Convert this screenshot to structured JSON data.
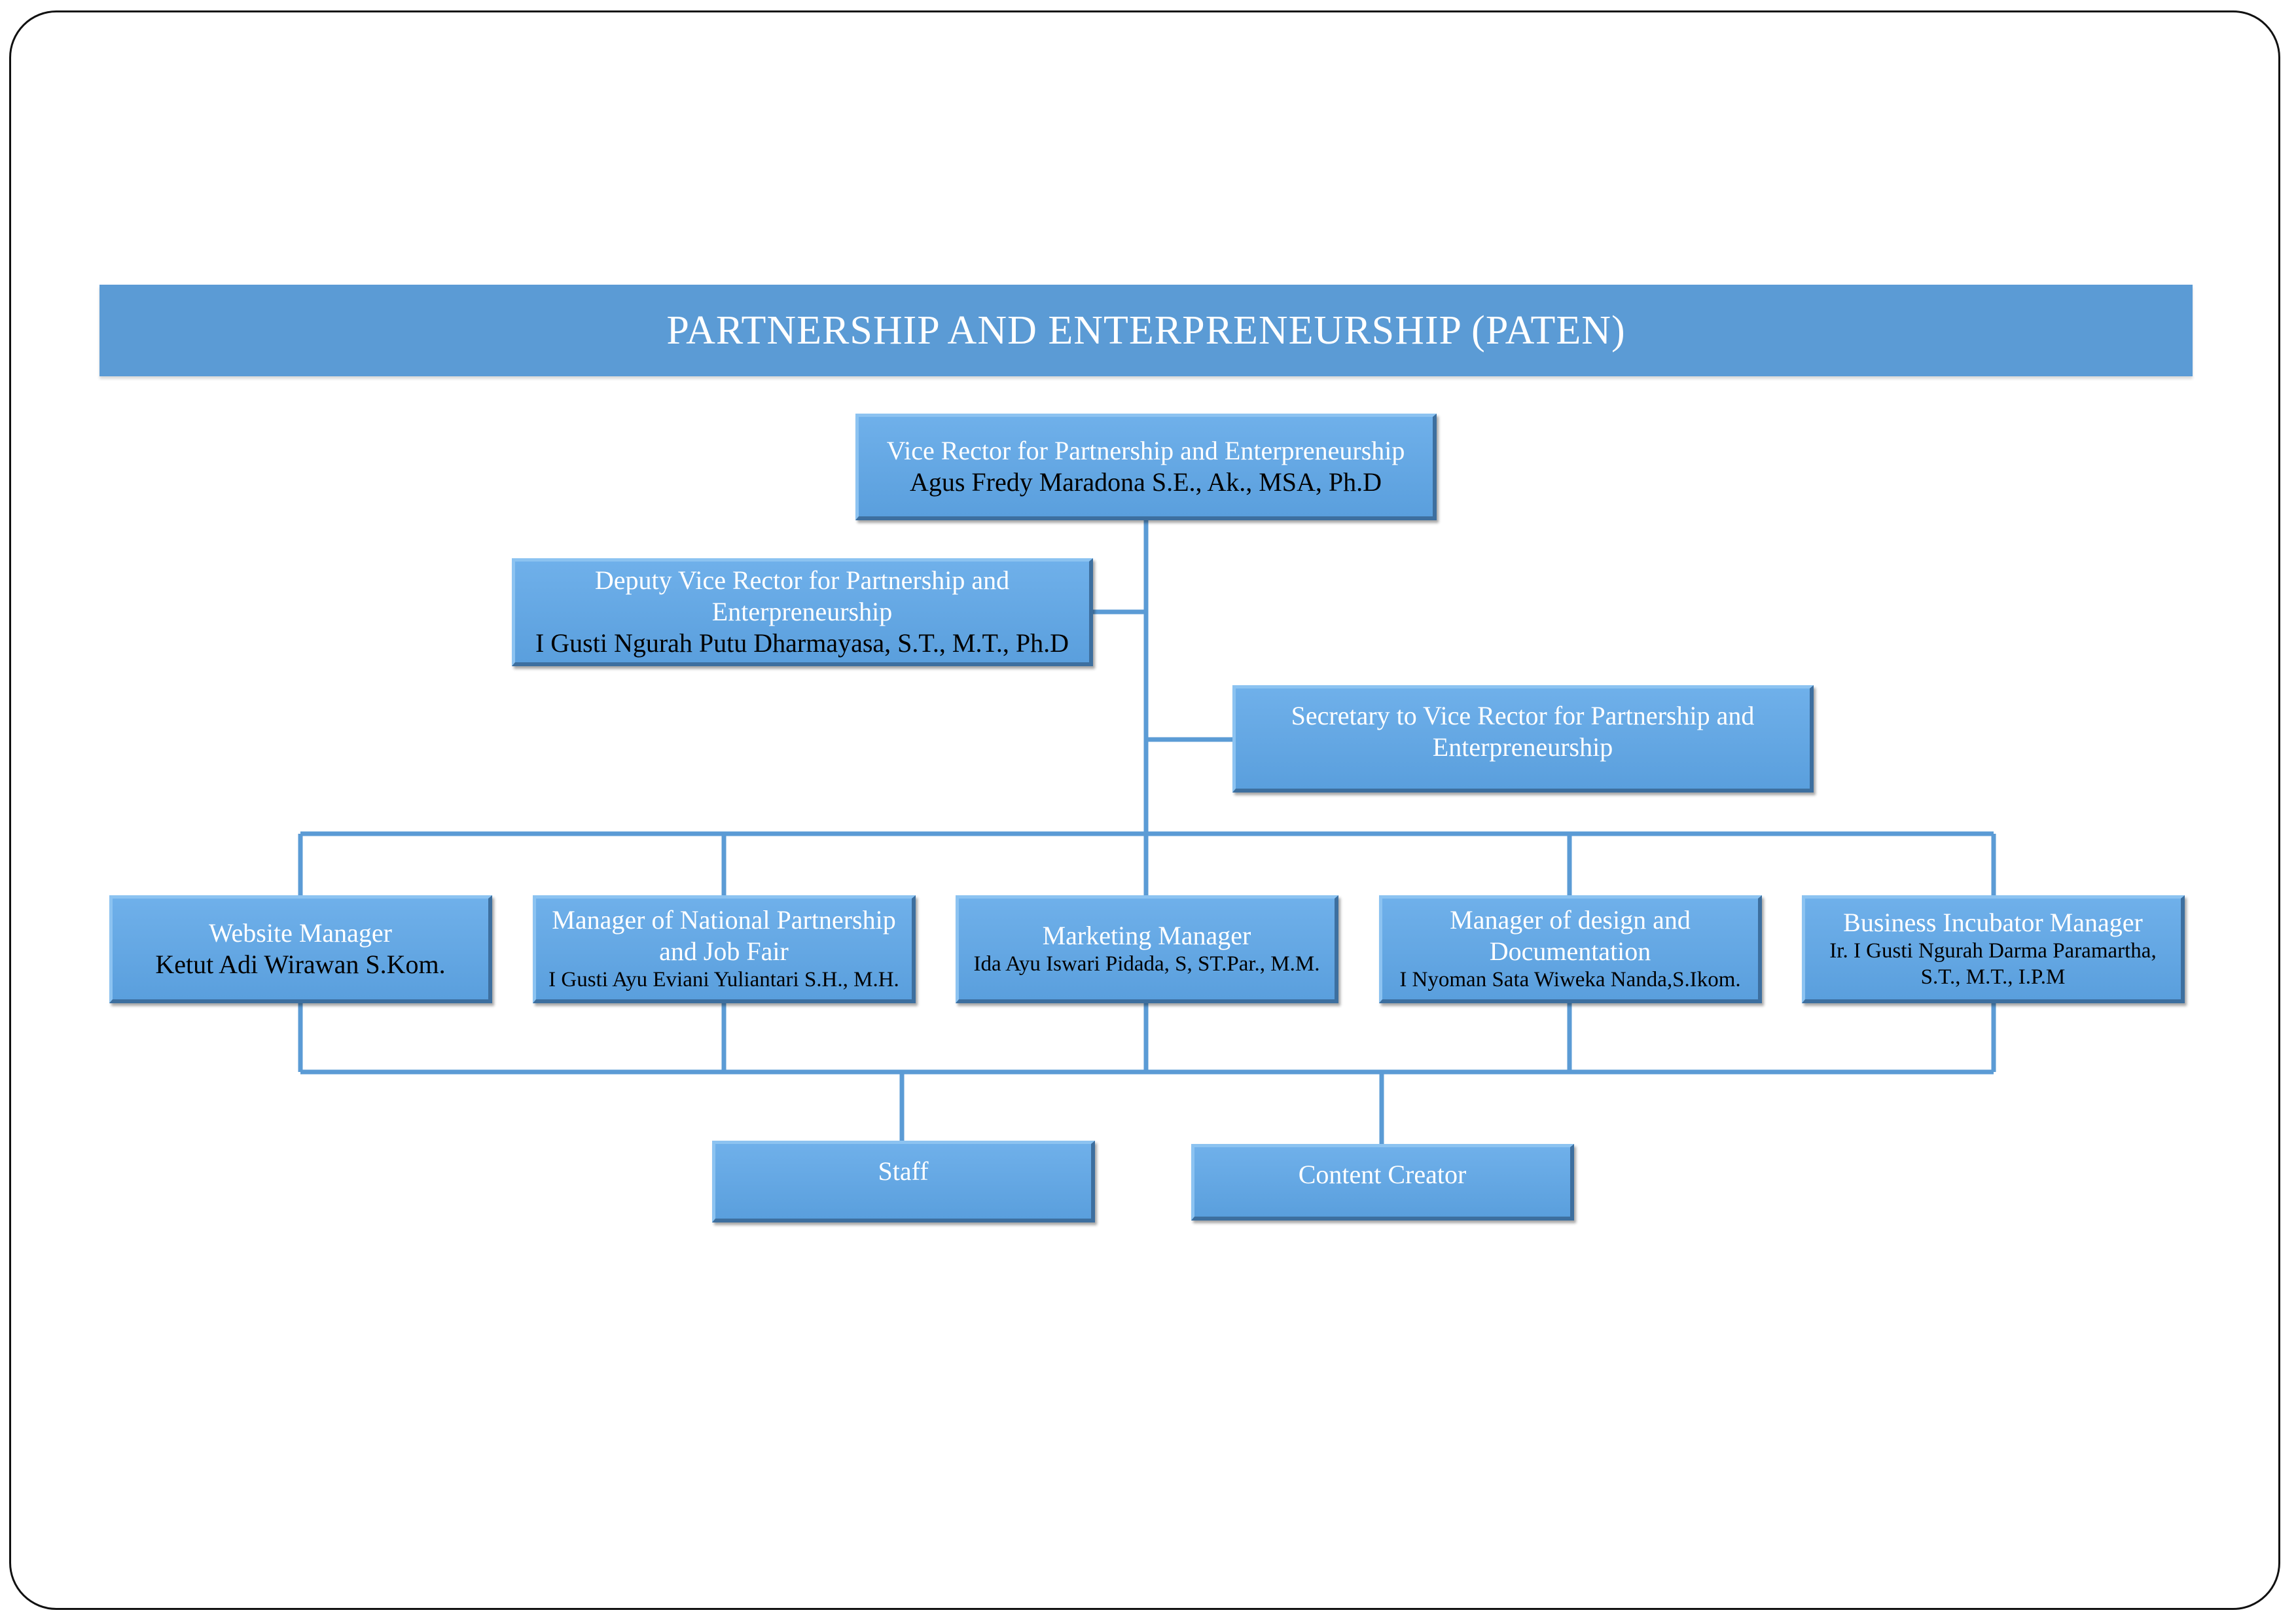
{
  "title": "PARTNERSHIP AND ENTERPRENEURSHIP (PATEN)",
  "colors": {
    "banner": "#5b9bd5",
    "box": "#65a8e6",
    "connector": "#5b9bd5"
  },
  "org": {
    "vice_rector": {
      "title": "Vice Rector for Partnership and Enterpreneurship",
      "name": "Agus Fredy Maradona S.E., Ak., MSA, Ph.D"
    },
    "deputy": {
      "title_line1": "Deputy Vice Rector for Partnership and",
      "title_line2": "Enterpreneurship",
      "name": "I Gusti Ngurah Putu Dharmayasa, S.T., M.T., Ph.D"
    },
    "secretary": {
      "title_line1": "Secretary to Vice Rector for Partnership and",
      "title_line2": "Enterpreneurship"
    },
    "managers": [
      {
        "title_line1": "Website Manager",
        "name": "Ketut Adi Wirawan S.Kom."
      },
      {
        "title_line1": "Manager of National Partnership",
        "title_line2": "and Job Fair",
        "name": "I Gusti Ayu Eviani Yuliantari S.H., M.H."
      },
      {
        "title_line1": "Marketing Manager",
        "name": "Ida Ayu Iswari Pidada, S, ST.Par., M.M."
      },
      {
        "title_line1": "Manager of design and",
        "title_line2": "Documentation",
        "name": "I Nyoman Sata Wiweka Nanda,S.Ikom."
      },
      {
        "title_line1": "Business Incubator Manager",
        "name_line1": "Ir. I Gusti Ngurah Darma Paramartha,",
        "name_line2": "S.T., M.T., I.P.M"
      }
    ],
    "staff": {
      "title": "Staff"
    },
    "content_creator": {
      "title": "Content Creator"
    }
  }
}
